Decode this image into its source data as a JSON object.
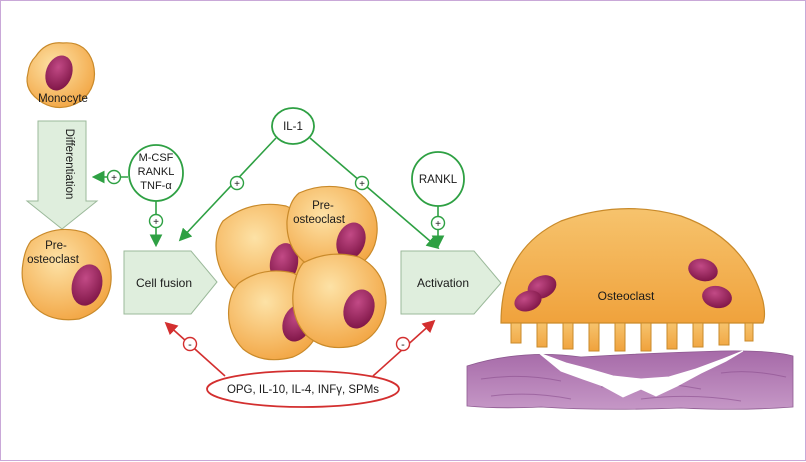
{
  "labels": {
    "monocyte": "Monocyte",
    "differentiation": "Differentiation",
    "pre_osteoclast_left_1": "Pre-",
    "pre_osteoclast_left_2": "osteoclast",
    "pre_osteoclast_center_1": "Pre-",
    "pre_osteoclast_center_2": "osteoclast",
    "cell_fusion": "Cell fusion",
    "activation": "Activation",
    "osteoclast": "Osteoclast"
  },
  "factors": {
    "mcsf": "M-CSF",
    "rankl": "RANKL",
    "tnf": "TNF-α",
    "il1": "IL-1",
    "rankl_right": "RANKL",
    "inhibitors": "OPG, IL-10, IL-4, INFγ, SPMs"
  },
  "signs": {
    "plus": "+",
    "minus": "-"
  },
  "colors": {
    "promote": "#2ea043",
    "inhibit": "#d32f2f",
    "cell_fill": "#f6b04f",
    "cell_stroke": "#c98a2a",
    "nucleus": "#a0245a",
    "box_fill": "#dfeedd",
    "bone": "#b77ab6"
  }
}
